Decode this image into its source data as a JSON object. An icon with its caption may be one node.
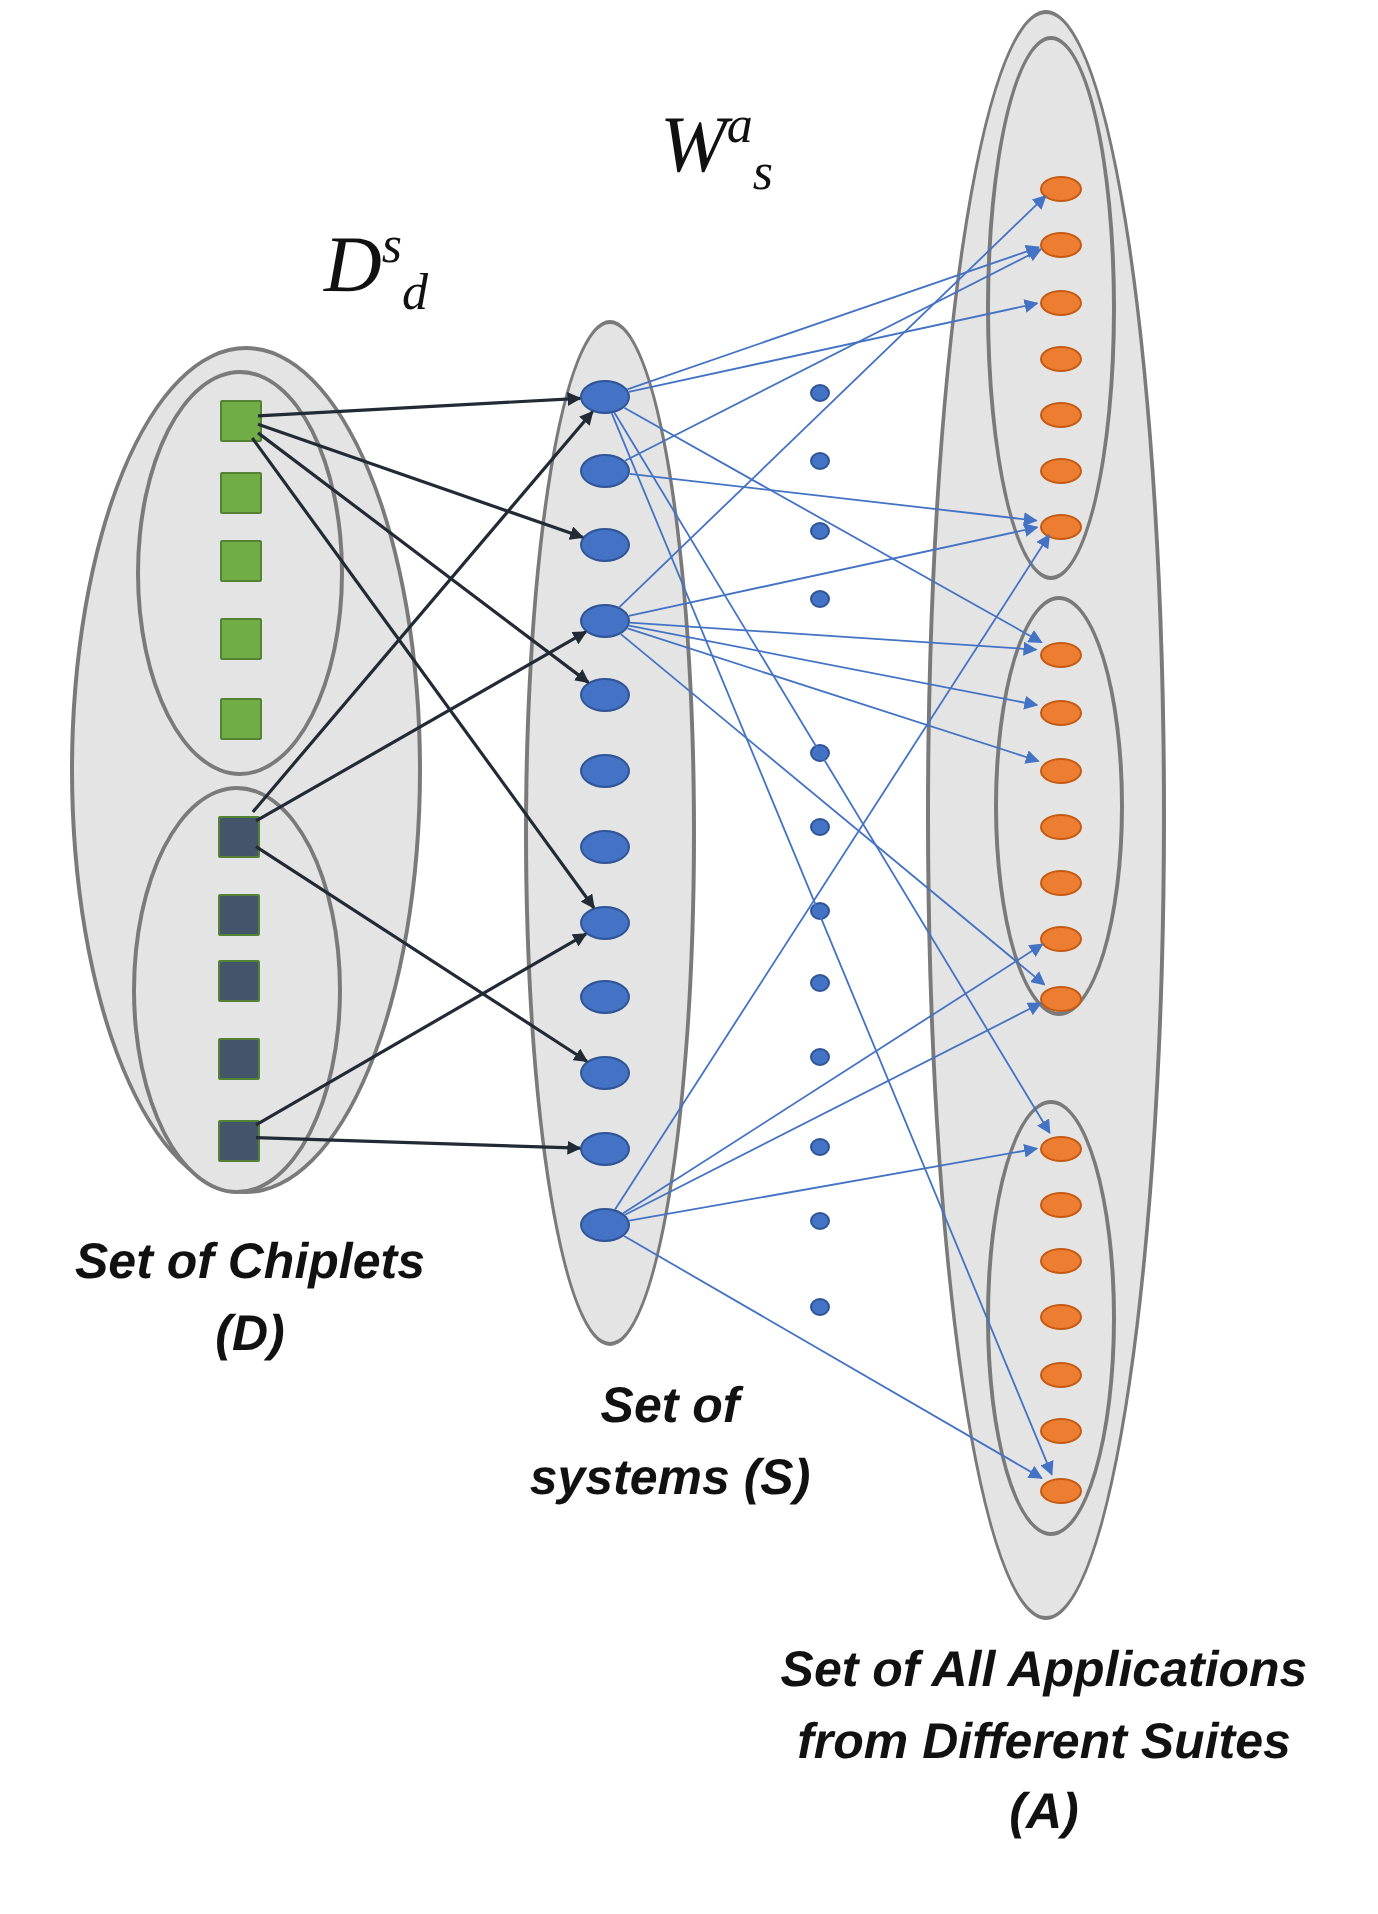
{
  "diagram": {
    "nodes": [
      {
        "text": [
          "Set of Chiplets (D)"
        ]
      },
      {
        "text": [],
        "shape": "ellipse",
        "in": 0
      },
      {
        "text": [],
        "shape": "box",
        "in": 1
      },
      {
        "text": [],
        "shape": "box",
        "in": 1
      },
      {
        "text": [],
        "shape": "box",
        "in": 1
      },
      {
        "text": [],
        "shape": "box",
        "in": 1
      },
      {
        "text": [],
        "shape": "box",
        "in": 1
      },
      {
        "text": [],
        "shape": "ellipse",
        "in": 0
      },
      {
        "text": [],
        "shape": "box",
        "in": 7
      },
      {
        "text": [],
        "shape": "box",
        "in": 7
      },
      {
        "text": [],
        "shape": "box",
        "in": 7
      },
      {
        "text": [],
        "shape": "box",
        "in": 7
      },
      {
        "text": [],
        "shape": "box",
        "in": 7
      },
      {
        "text": [
          "Set of systems (S)"
        ]
      },
      {
        "text": [],
        "shape": "ellipse",
        "in": 13
      },
      {
        "text": [],
        "shape": "ellipse",
        "in": 13
      },
      {
        "text": [],
        "shape": "ellipse",
        "in": 13
      },
      {
        "text": [],
        "shape": "ellipse",
        "in": 13
      },
      {
        "text": [],
        "shape": "ellipse",
        "in": 13
      },
      {
        "text": [],
        "shape": "ellipse",
        "in": 13
      },
      {
        "text": [],
        "shape": "ellipse",
        "in": 13
      },
      {
        "text": [],
        "shape": "ellipse",
        "in": 13
      },
      {
        "text": [],
        "shape": "ellipse",
        "in": 13
      },
      {
        "text": [],
        "shape": "ellipse",
        "in": 13
      },
      {
        "text": [],
        "shape": "ellipse",
        "in": 13
      },
      {
        "text": [],
        "shape": "ellipse",
        "in": 13
      },
      {
        "text": [],
        "shape": "circle"
      },
      {
        "text": [],
        "shape": "circle"
      },
      {
        "text": [],
        "shape": "circle"
      },
      {
        "text": [],
        "shape": "circle"
      },
      {
        "text": [],
        "shape": "circle"
      },
      {
        "text": [],
        "shape": "circle"
      },
      {
        "text": [],
        "shape": "circle"
      },
      {
        "text": [],
        "shape": "circle"
      },
      {
        "text": [],
        "shape": "circle"
      },
      {
        "text": [],
        "shape": "circle"
      },
      {
        "text": [],
        "shape": "circle"
      },
      {
        "text": [],
        "shape": "circle"
      },
      {
        "text": [
          "Set of All Applications from Different Suites (A)"
        ]
      },
      {
        "text": [],
        "shape": "ellipse",
        "in": 38
      },
      {
        "text": [],
        "shape": "ellipse",
        "in": 39
      },
      {
        "text": [],
        "shape": "ellipse",
        "in": 39
      },
      {
        "text": [],
        "shape": "ellipse",
        "in": 39
      },
      {
        "text": [],
        "shape": "ellipse",
        "in": 39
      },
      {
        "text": [],
        "shape": "ellipse",
        "in": 39
      },
      {
        "text": [],
        "shape": "ellipse",
        "in": 39
      },
      {
        "text": [],
        "shape": "ellipse",
        "in": 39
      },
      {
        "text": [],
        "shape": "ellipse",
        "in": 38
      },
      {
        "text": [],
        "shape": "ellipse",
        "in": 47
      },
      {
        "text": [],
        "shape": "ellipse",
        "in": 47
      },
      {
        "text": [],
        "shape": "ellipse",
        "in": 47
      },
      {
        "text": [],
        "shape": "ellipse",
        "in": 47
      },
      {
        "text": [],
        "shape": "ellipse",
        "in": 47
      },
      {
        "text": [],
        "shape": "ellipse",
        "in": 47
      },
      {
        "text": [],
        "shape": "ellipse",
        "in": 47
      },
      {
        "text": [],
        "shape": "ellipse",
        "in": 38
      },
      {
        "text": [],
        "shape": "ellipse",
        "in": 55
      },
      {
        "text": [],
        "shape": "ellipse",
        "in": 55
      },
      {
        "text": [],
        "shape": "ellipse",
        "in": 55
      },
      {
        "text": [],
        "shape": "ellipse",
        "in": 55
      },
      {
        "text": [],
        "shape": "ellipse",
        "in": 55
      },
      {
        "text": [],
        "shape": "ellipse",
        "in": 55
      },
      {
        "text": [],
        "shape": "ellipse",
        "in": 55
      }
    ],
    "edges": [
      {
        "from": 2,
        "to": 14,
        "arrow": "to",
        "color": "#222a35"
      },
      {
        "from": 2,
        "to": 16,
        "arrow": "to",
        "color": "#222a35"
      },
      {
        "from": 2,
        "to": 18,
        "arrow": "to",
        "color": "#222a35"
      },
      {
        "from": 2,
        "to": 21,
        "arrow": "to",
        "color": "#222a35"
      },
      {
        "from": 8,
        "to": 14,
        "arrow": "to",
        "color": "#222a35"
      },
      {
        "from": 8,
        "to": 17,
        "arrow": "to",
        "color": "#222a35"
      },
      {
        "from": 8,
        "to": 23,
        "arrow": "to",
        "color": "#222a35"
      },
      {
        "from": 12,
        "to": 21,
        "arrow": "to",
        "color": "#222a35"
      },
      {
        "from": 12,
        "to": 24,
        "arrow": "to",
        "color": "#222a35"
      },
      {
        "from": 14,
        "to": 41,
        "arrow": "to"
      },
      {
        "from": 14,
        "to": 42,
        "arrow": "to"
      },
      {
        "from": 14,
        "to": 48,
        "arrow": "to"
      },
      {
        "from": 14,
        "to": 56,
        "arrow": "to"
      },
      {
        "from": 14,
        "to": 62,
        "arrow": "to"
      },
      {
        "from": 15,
        "to": 41,
        "arrow": "to"
      },
      {
        "from": 15,
        "to": 46,
        "arrow": "to"
      },
      {
        "from": 17,
        "to": 40,
        "arrow": "to"
      },
      {
        "from": 17,
        "to": 46,
        "arrow": "to"
      },
      {
        "from": 17,
        "to": 48,
        "arrow": "to"
      },
      {
        "from": 17,
        "to": 49,
        "arrow": "to"
      },
      {
        "from": 17,
        "to": 50,
        "arrow": "to"
      },
      {
        "from": 17,
        "to": 54,
        "arrow": "to"
      },
      {
        "from": 25,
        "to": 46,
        "arrow": "to"
      },
      {
        "from": 25,
        "to": 53,
        "arrow": "to"
      },
      {
        "from": 25,
        "to": 54,
        "arrow": "to"
      },
      {
        "from": 25,
        "to": 56,
        "arrow": "to"
      },
      {
        "from": 25,
        "to": 62,
        "arrow": "to"
      }
    ],
    "labels": [
      "D$^{s}$$_{d}$",
      "W$^{a}$$_{s}$"
    ]
  }
}
